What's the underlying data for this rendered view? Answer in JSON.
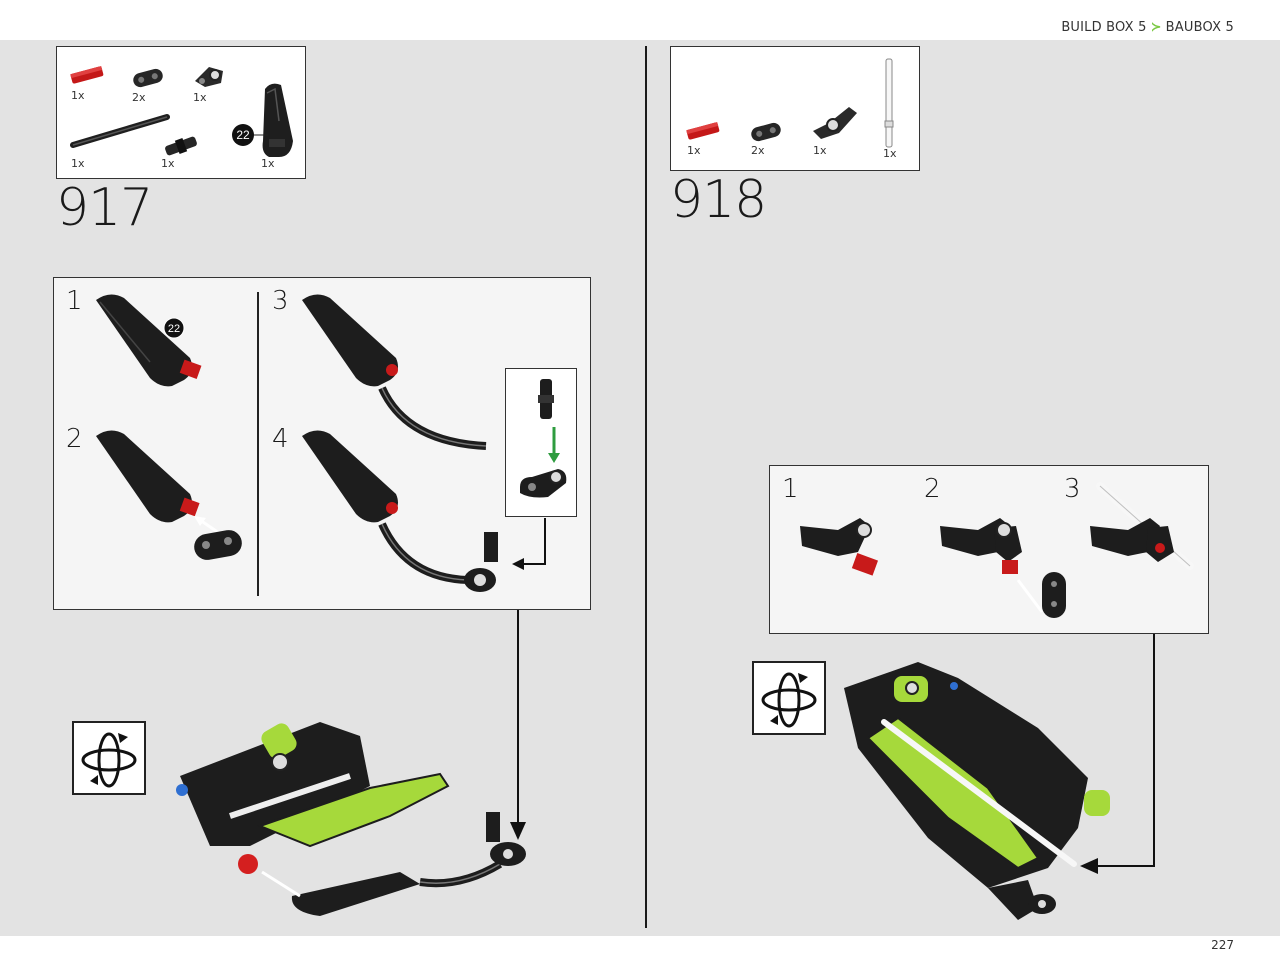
{
  "header": {
    "build_box": "BUILD BOX 5",
    "baubox": "BAUBOX 5"
  },
  "page_number": "227",
  "steps": [
    {
      "number": "917",
      "parts": [
        {
          "qty": "1x",
          "icon": "red-axle-pin"
        },
        {
          "qty": "2x",
          "icon": "black-connector"
        },
        {
          "qty": "1x",
          "icon": "angle-connector"
        },
        {
          "qty": "1x",
          "icon": "long-axle"
        },
        {
          "qty": "1x",
          "icon": "axle-joiner"
        },
        {
          "qty": "1x",
          "icon": "black-panel"
        }
      ],
      "callout_badge": "22",
      "substeps": [
        "1",
        "2",
        "3",
        "4"
      ]
    },
    {
      "number": "918",
      "parts": [
        {
          "qty": "1x",
          "icon": "red-axle-pin"
        },
        {
          "qty": "2x",
          "icon": "black-connector"
        },
        {
          "qty": "1x",
          "icon": "angle-connector"
        },
        {
          "qty": "1x",
          "icon": "white-axle"
        }
      ],
      "substeps": [
        "1",
        "2",
        "3"
      ]
    }
  ],
  "colors": {
    "lime": "#a6d93b",
    "red": "#d41f1f",
    "black": "#1c1c1c",
    "green_arrow": "#2e9c3f",
    "blue": "#2f6fd1"
  }
}
